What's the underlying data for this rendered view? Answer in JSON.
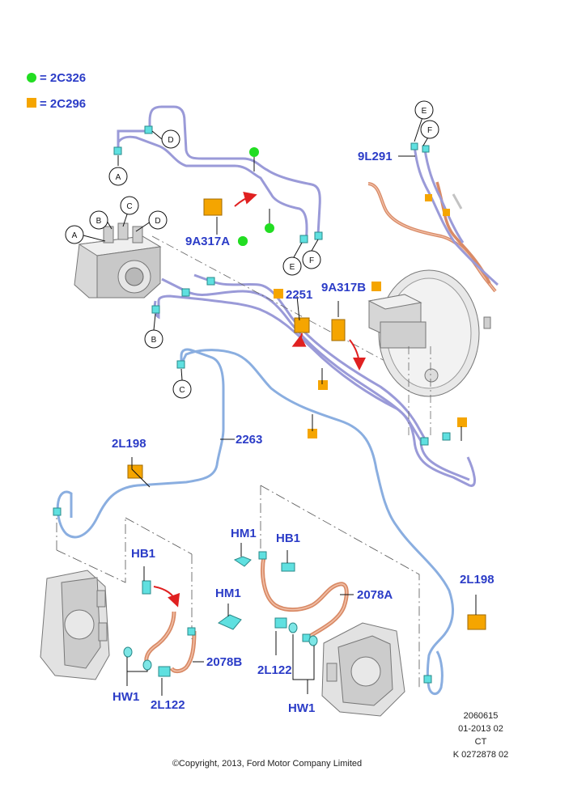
{
  "legend": {
    "green": {
      "color": "#22dd22",
      "text": "= 2C326"
    },
    "orange": {
      "color": "#f5a500",
      "text": "= 2C296"
    }
  },
  "callouts": {
    "a": "A",
    "b": "B",
    "c": "C",
    "d": "D",
    "e": "E",
    "f": "F"
  },
  "labels": {
    "l9l291": "9L291",
    "l9a317a": "9A317A",
    "l2251": "2251",
    "l9a317b": "9A317B",
    "l2l198_left": "2L198",
    "l2263": "2263",
    "l2l198_right": "2L198",
    "lhb1_left": "HB1",
    "lhm1_left": "HM1",
    "lhm1_right": "HM1",
    "lhb1_right": "HB1",
    "l2078a": "2078A",
    "l2078b": "2078B",
    "lhw1_left": "HW1",
    "l2l122_left": "2L122",
    "l2l122_right": "2L122",
    "lhw1_right": "HW1"
  },
  "meta": {
    "line1": "2060615",
    "line2": "01-2013 02",
    "line3": "CT",
    "line4": "K 0272878 02",
    "copyright": "©Copyright, 2013, Ford Motor Company Limited"
  },
  "colors": {
    "pipe_purple": "#9a9ad8",
    "pipe_blue": "#8aaee0",
    "hose_copper": "#d98a66",
    "fitting_cyan": "#5fe0e0",
    "label_blue": "#2b3cc7",
    "arrow_red": "#e02020"
  }
}
